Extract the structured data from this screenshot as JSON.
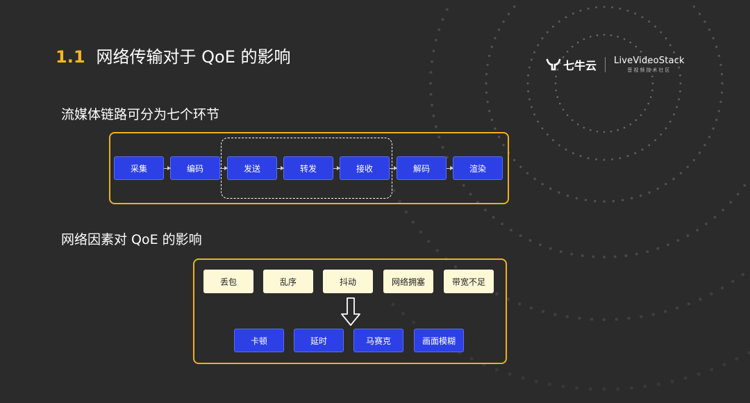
{
  "slide": {
    "section_number": "1.1",
    "title": "网络传输对于 QoE 的影响",
    "logo": {
      "brand": "七牛云",
      "partner": "LiveVideoStack",
      "partner_sub": "音视频技术社区"
    }
  },
  "pipeline": {
    "heading": "流媒体链路可分为七个环节",
    "stages": [
      "采集",
      "编码",
      "发送",
      "转发",
      "接收",
      "解码",
      "渲染"
    ]
  },
  "impact": {
    "heading": "网络因素对 QoE 的影响",
    "factors": [
      "丢包",
      "乱序",
      "抖动",
      "网络拥塞",
      "带宽不足"
    ],
    "effects": [
      "卡顿",
      "延时",
      "马赛克",
      "画面模糊"
    ]
  },
  "colors": {
    "accent": "#f0b21a",
    "stage_box": "#2c40e6",
    "factor_box": "#fdf8d6",
    "background": "#2b2b2b"
  }
}
